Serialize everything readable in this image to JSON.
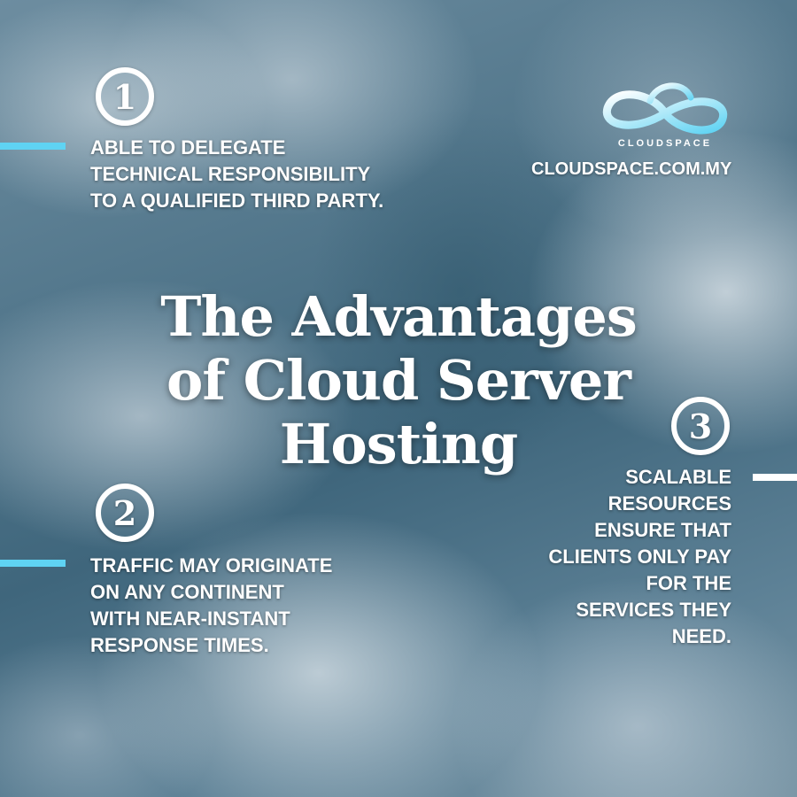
{
  "title": {
    "lines": [
      "The Advantages",
      "of Cloud Server",
      "Hosting"
    ]
  },
  "brand": {
    "name": "CLOUDSPACE",
    "website": "CLOUDSPACE.COM.MY",
    "logo_icon": "infinity-cloud-icon"
  },
  "points": [
    {
      "number": "1",
      "lines": [
        "ABLE TO DELEGATE",
        "TECHNICAL RESPONSIBILITY",
        "TO A QUALIFIED THIRD PARTY."
      ]
    },
    {
      "number": "2",
      "lines": [
        "TRAFFIC MAY ORIGINATE",
        "ON ANY CONTINENT",
        "WITH NEAR-INSTANT",
        "RESPONSE TIMES."
      ]
    },
    {
      "number": "3",
      "lines": [
        "SCALABLE",
        "RESOURCES",
        "ENSURE THAT",
        "CLIENTS ONLY PAY",
        "FOR THE",
        "SERVICES THEY",
        "NEED."
      ]
    }
  ],
  "colors": {
    "accent": "#5fd3f3",
    "text": "#ffffff",
    "rule_right": "#ffffff"
  }
}
